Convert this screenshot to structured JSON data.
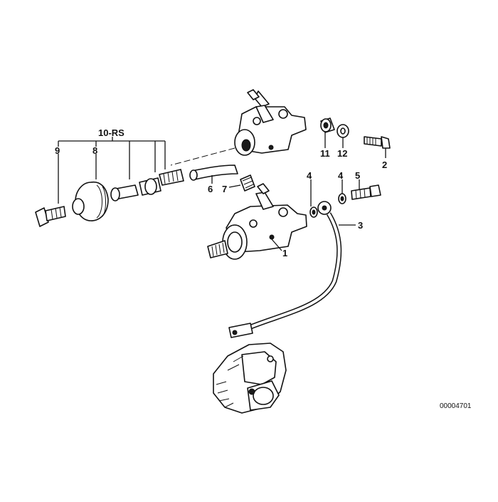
{
  "diagram": {
    "callouts": {
      "c1": "1",
      "c2": "2",
      "c3": "3",
      "c4a": "4",
      "c4b": "4",
      "c5": "5",
      "c6": "6",
      "c7": "7",
      "c8": "8",
      "c9": "9",
      "c10": "10-RS",
      "c11": "11",
      "c12": "12"
    },
    "reference_number": "00004701"
  }
}
